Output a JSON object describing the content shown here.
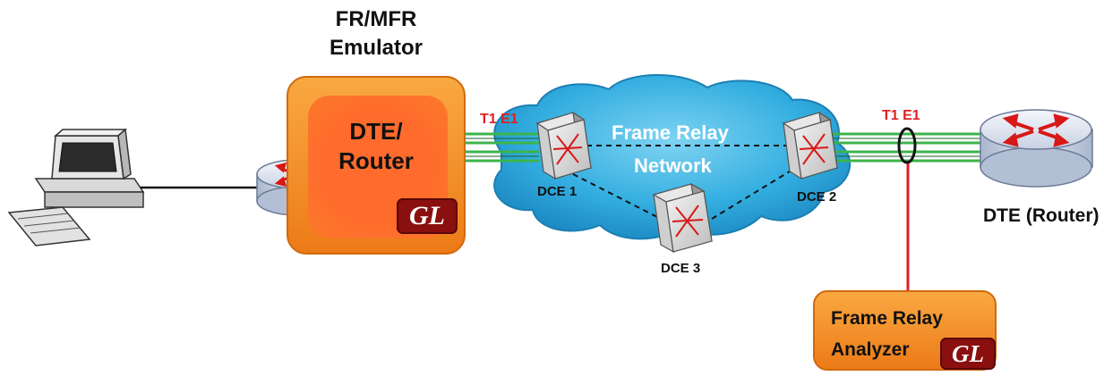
{
  "emulator": {
    "title_line1": "FR/MFR",
    "title_line2": "Emulator",
    "inner_line1": "DTE/",
    "inner_line2": "Router",
    "logo": "GL"
  },
  "cloud": {
    "line1": "Frame Relay",
    "line2": "Network"
  },
  "links": {
    "left_label": "T1 E1",
    "right_label": "T1 E1"
  },
  "switches": {
    "dce1": "DCE 1",
    "dce2": "DCE 2",
    "dce3": "DCE 3"
  },
  "dte_router_label": "DTE (Router)",
  "analyzer": {
    "line1": "Frame Relay",
    "line2": "Analyzer",
    "logo": "GL"
  },
  "colors": {
    "orange": "#f28a1d",
    "inner_orange": "#ff6b2c",
    "link_green": "#3cb44b",
    "link_red": "#e02020",
    "cloud_blue": "#2ea8d8",
    "logo_maroon": "#8a0f0f"
  }
}
